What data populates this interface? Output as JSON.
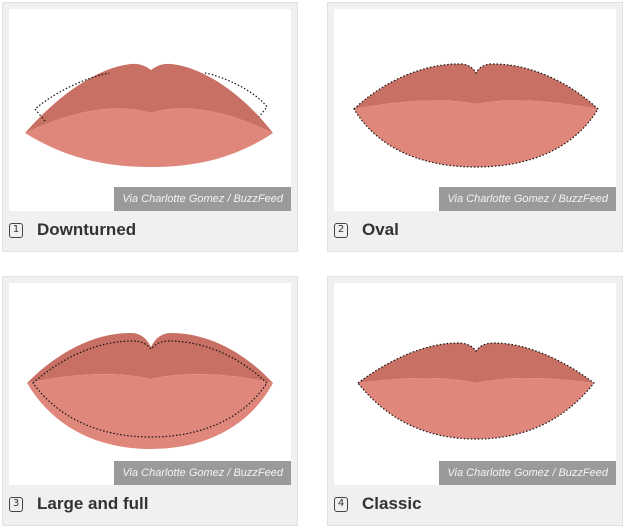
{
  "cards": [
    {
      "number": "1",
      "label": "Downturned",
      "credit": "Via Charlotte Gomez / BuzzFeed"
    },
    {
      "number": "2",
      "label": "Oval",
      "credit": "Via Charlotte Gomez / BuzzFeed"
    },
    {
      "number": "3",
      "label": "Large and full",
      "credit": "Via Charlotte Gomez / BuzzFeed"
    },
    {
      "number": "4",
      "label": "Classic",
      "credit": "Via Charlotte Gomez / BuzzFeed"
    }
  ],
  "colors": {
    "upper_lip": "#c97064",
    "lower_lip": "#e0877c",
    "card_bg": "#f0f0f0",
    "credit_bg": "#9a9a9a",
    "outline": "#111111"
  },
  "icons": [
    "lips-downturned-illustration",
    "lips-oval-illustration",
    "lips-large-full-illustration",
    "lips-classic-illustration"
  ]
}
